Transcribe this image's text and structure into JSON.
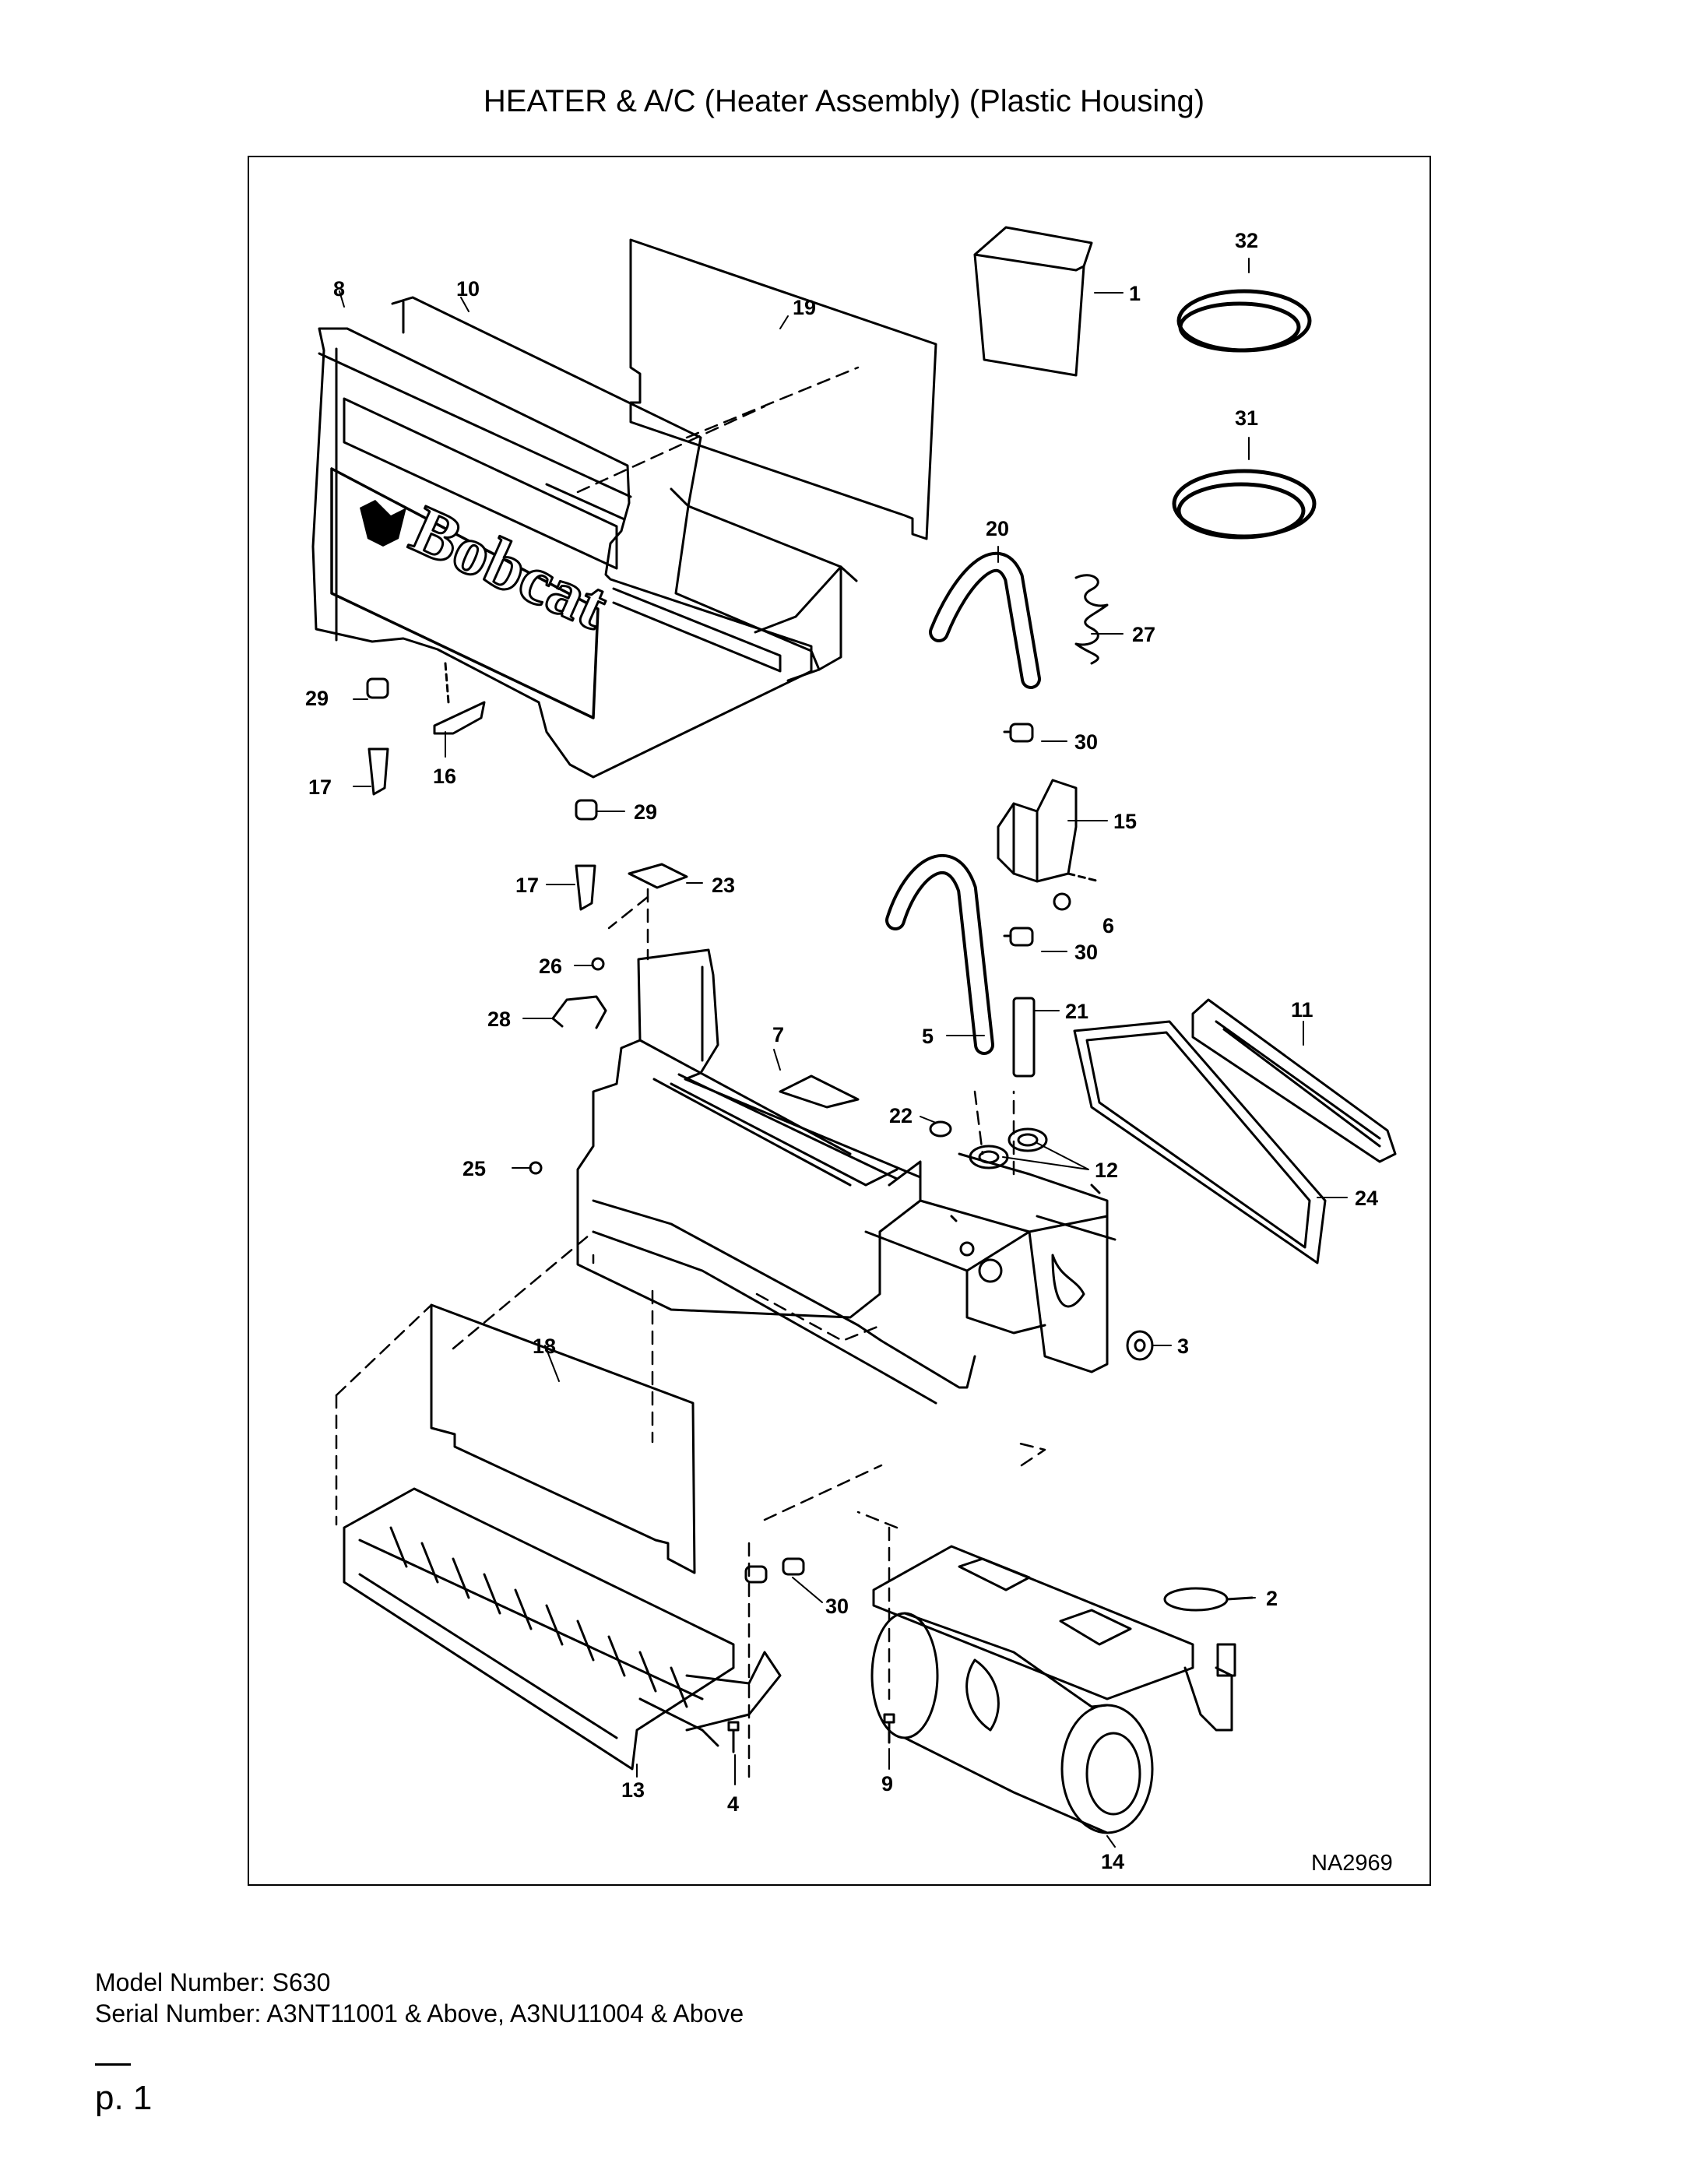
{
  "page": {
    "title": "HEATER & A/C (Heater Assembly) (Plastic Housing)",
    "model_line": "Model Number: S630",
    "serial_line": "Serial Number: A3NT11001 & Above, A3NU11004 & Above",
    "page_number": "p. 1"
  },
  "diagram": {
    "drawing_code": "NA2969",
    "brand_logo_text": "Bobcat",
    "callouts": {
      "c1": "1",
      "c2": "2",
      "c3": "3",
      "c4": "4",
      "c5": "5",
      "c6": "6",
      "c7": "7",
      "c8": "8",
      "c9": "9",
      "c10": "10",
      "c11": "11",
      "c12": "12",
      "c13": "13",
      "c14": "14",
      "c15": "15",
      "c16": "16",
      "c17a": "17",
      "c17b": "17",
      "c18": "18",
      "c19": "19",
      "c20": "20",
      "c21": "21",
      "c22": "22",
      "c23": "23",
      "c24": "24",
      "c25": "25",
      "c26": "26",
      "c27": "27",
      "c28": "28",
      "c29a": "29",
      "c29b": "29",
      "c30a": "30",
      "c30b": "30",
      "c30c": "30",
      "c31": "31",
      "c32": "32"
    }
  }
}
